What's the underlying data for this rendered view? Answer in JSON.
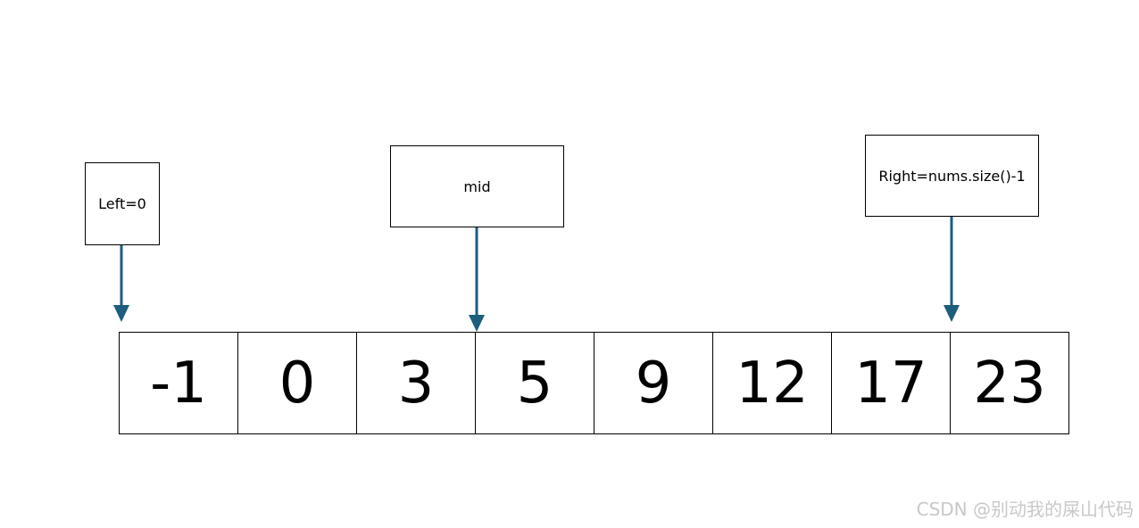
{
  "pointers": {
    "left": "Left=0",
    "mid": "mid",
    "right": "Right=nums.size()-1"
  },
  "array": [
    "-1",
    "0",
    "3",
    "5",
    "9",
    "12",
    "17",
    "23"
  ],
  "arrow_color": "#1b5e7e",
  "watermark": "CSDN @别动我的屎山代码"
}
